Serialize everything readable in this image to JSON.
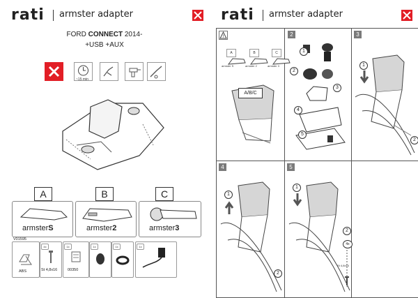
{
  "left_page": {
    "logo": "rati",
    "brand": "armster adapter",
    "model_line1_prefix": "FORD ",
    "model_line1_bold": "CONNECT",
    "model_line1_suffix": " 2014-",
    "model_line2": "+USB +AUX",
    "tool_icons": [
      "tools-icon",
      "clock-icon",
      "hand-tool-icon",
      "drill-icon",
      "screwdriver-icon"
    ],
    "time_label": "~15 min",
    "variants": [
      {
        "letter": "A",
        "name_plain": "armster",
        "name_bold": "S"
      },
      {
        "letter": "B",
        "name_plain": "armster",
        "name_bold": "2"
      },
      {
        "letter": "C",
        "name_plain": "armster",
        "name_bold": "3"
      }
    ],
    "kit": [
      {
        "code": "V01595",
        "quantity": "",
        "sub": "ABS"
      },
      {
        "code": "St 4,8x16",
        "quantity": "4x",
        "sub": ""
      },
      {
        "code": "00350",
        "quantity": "1x",
        "sub": ""
      },
      {
        "code": "",
        "quantity": "1x",
        "sub": ""
      },
      {
        "code": "",
        "quantity": "1x",
        "sub": ""
      },
      {
        "code": "",
        "quantity": "1x",
        "sub": ""
      }
    ]
  },
  "right_page": {
    "logo": "rati",
    "brand": "armster adapter",
    "steps": [
      "2",
      "3",
      "4",
      "5"
    ],
    "warning_symbol": "!",
    "sub_boxes": [
      "A",
      "B",
      "C"
    ],
    "sub_labels": [
      "armster S",
      "armster 2",
      "armster 3"
    ],
    "abc_tag": "A/B/C",
    "callouts_step2": [
      "1",
      "2",
      "3",
      "4",
      "5"
    ],
    "callouts_step3": [
      "1",
      "2"
    ],
    "callouts_step4": [
      "1",
      "2"
    ],
    "callouts_step5": [
      "1",
      "2",
      "4x"
    ],
    "screw_spec": "St 4,8x16"
  },
  "colors": {
    "accent": "#e21e26",
    "step_badge": "#7a7a7a"
  }
}
